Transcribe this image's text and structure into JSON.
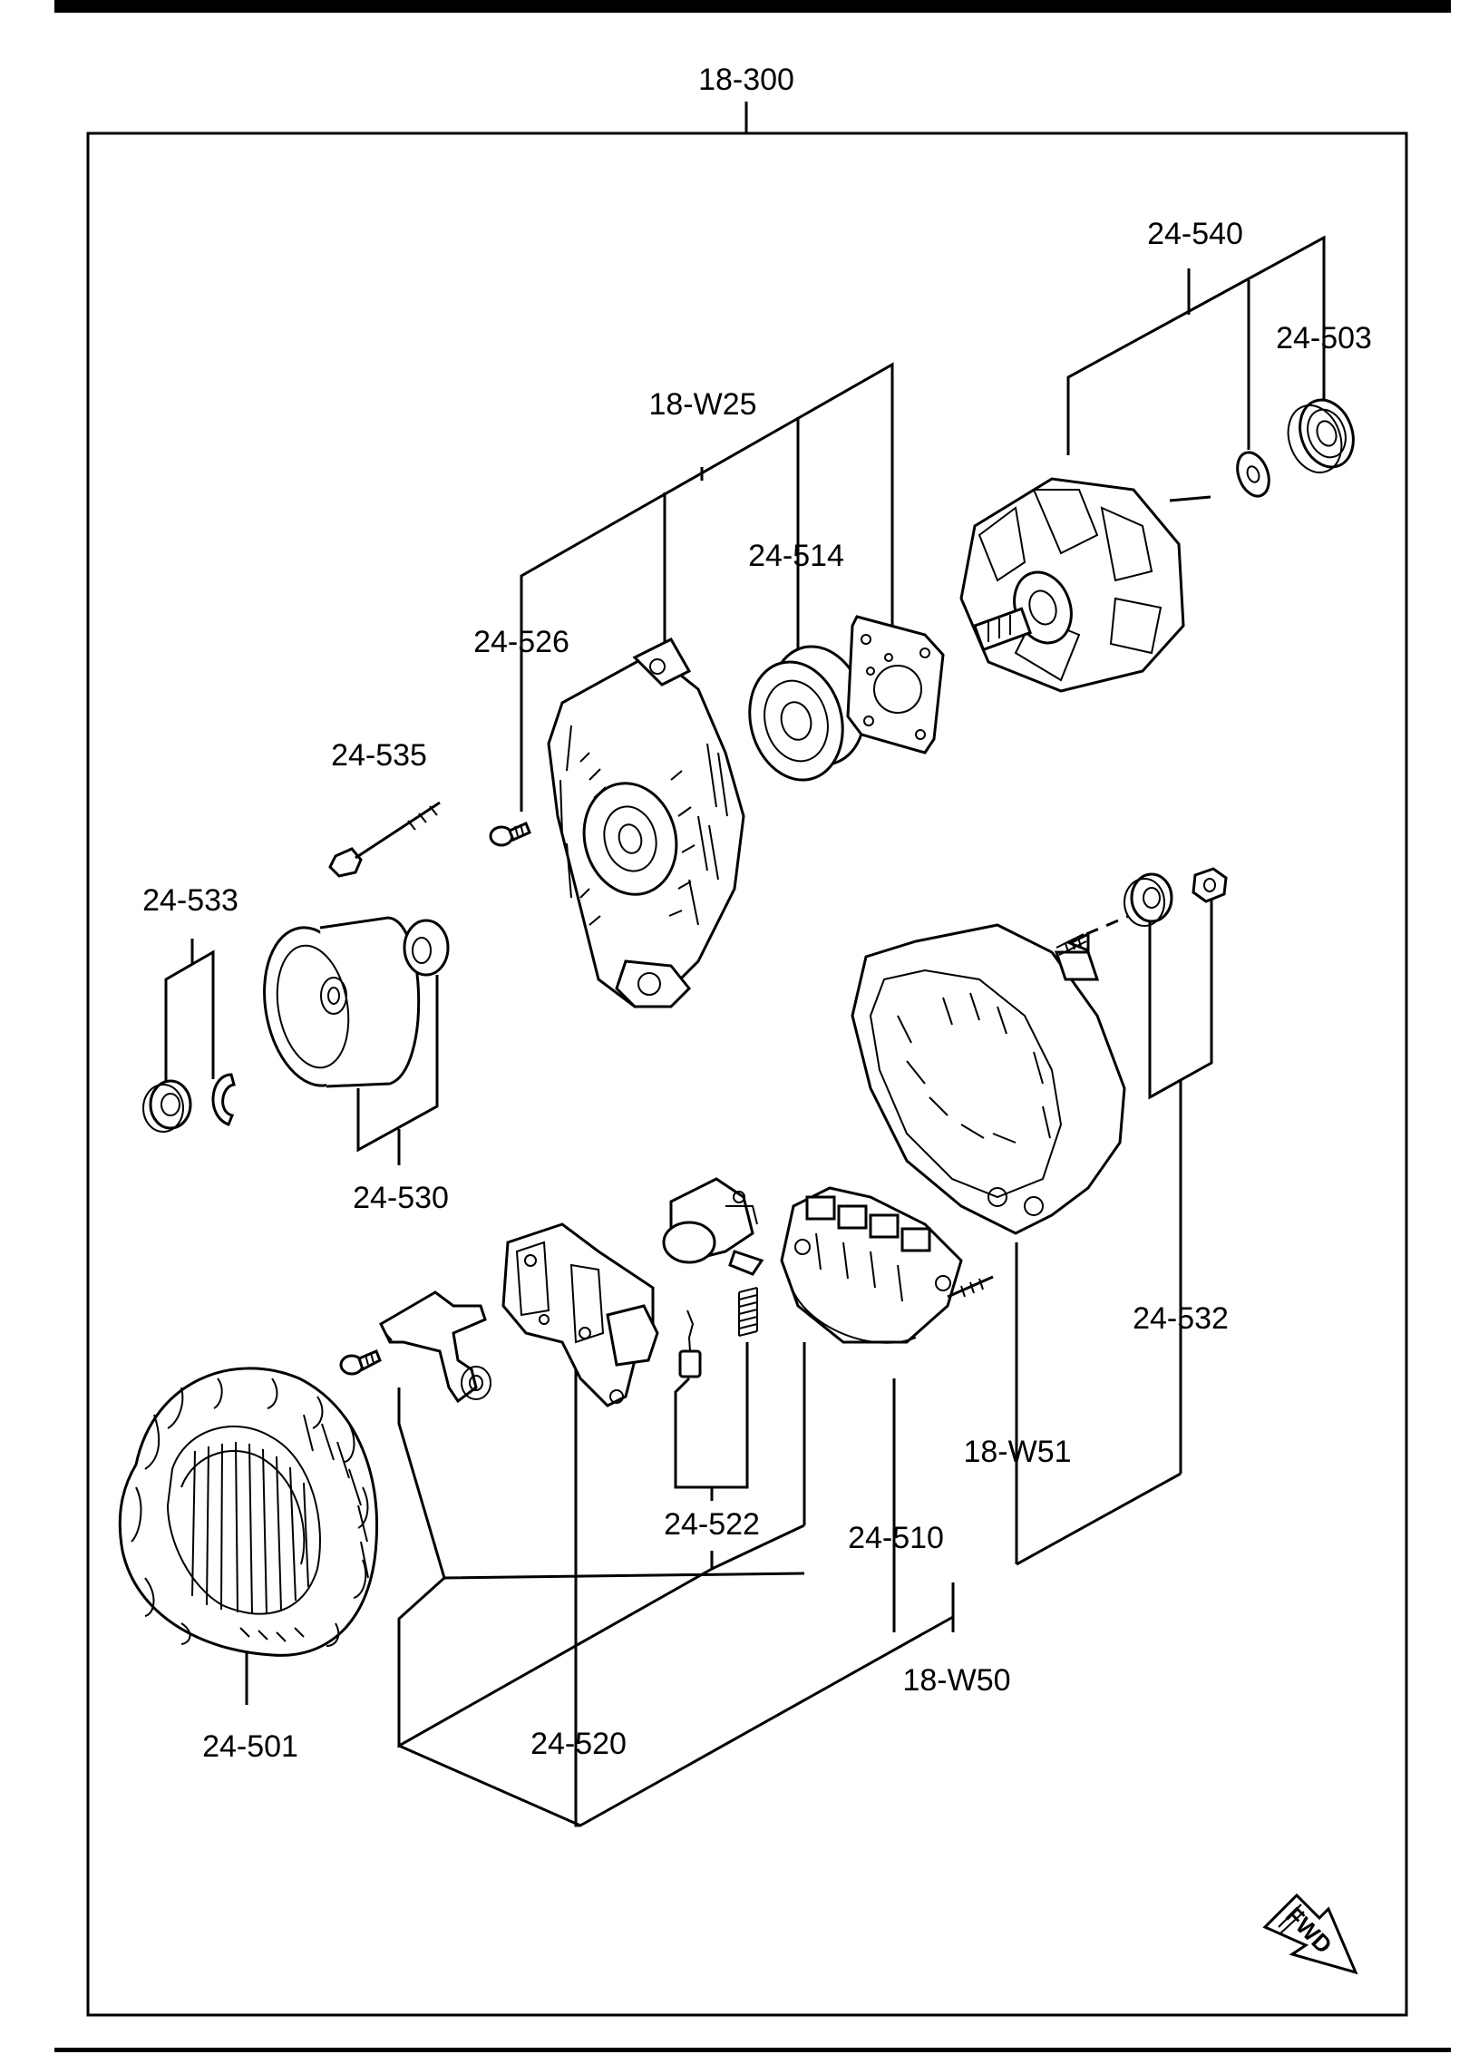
{
  "assembly_label": "18-300",
  "part_labels": {
    "p24_540": "24-540",
    "p24_503": "24-503",
    "p18_w25": "18-W25",
    "p24_514": "24-514",
    "p24_526": "24-526",
    "p24_535": "24-535",
    "p24_533": "24-533",
    "p24_530": "24-530",
    "p24_532": "24-532",
    "p18_w51": "18-W51",
    "p24_522": "24-522",
    "p24_510": "24-510",
    "p18_w50": "18-W50",
    "p24_501": "24-501",
    "p24_520": "24-520"
  },
  "direction_badge": "FWD"
}
